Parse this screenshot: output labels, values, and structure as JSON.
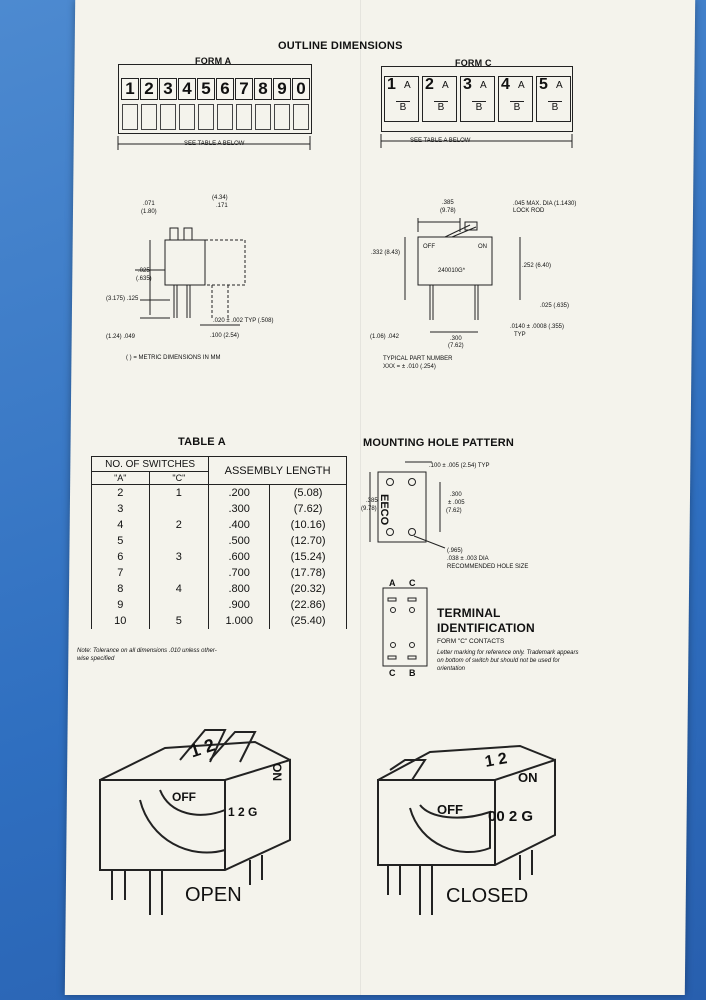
{
  "header": {
    "title": "OUTLINE DIMENSIONS"
  },
  "form_a": {
    "label": "FORM A",
    "digits": [
      "1",
      "2",
      "3",
      "4",
      "5",
      "6",
      "7",
      "8",
      "9",
      "0"
    ],
    "see_table": "SEE TABLE A BELOW",
    "dim_071": ".071",
    "dim_180": "(1.80)",
    "dim_434": "(4.34)",
    "dim_171": ".171",
    "dim_025": ".025",
    "dim_635": "(.635)",
    "dim_3175": "(3.175) .125",
    "dim_124": "(1.24) .049",
    "dim_020": ".020 ± .002 TYP (.508)",
    "dim_100": ".100 (2.54)",
    "metric_note": "( ) = METRIC DIMENSIONS IN MM"
  },
  "form_c": {
    "label": "FORM C",
    "see_table": "SEE TABLE A BELOW",
    "positions": [
      {
        "num": "1",
        "top": "A",
        "bottom": "B"
      },
      {
        "num": "2",
        "top": "A",
        "bottom": "B"
      },
      {
        "num": "3",
        "top": "A",
        "bottom": "B"
      },
      {
        "num": "4",
        "top": "A",
        "bottom": "B"
      },
      {
        "num": "5",
        "top": "A",
        "bottom": "B"
      }
    ],
    "dim_385": ".385",
    "dim_978": "(9.78)",
    "dim_045": ".045 MAX. DIA (1.1430)",
    "lock_rod": "LOCK ROD",
    "off": "OFF",
    "on": "ON",
    "dim_332": ".332 (8.43)",
    "dim_252": ".252 (6.40)",
    "part": "240010G*",
    "dim_025b": ".025 (.635)",
    "dim_0140": ".0140 ± .0008 (.355)",
    "typ": "TYP",
    "dim_106": "(1.06) .042",
    "dim_300": ".300",
    "dim_762": "(7.62)",
    "typical_part": "TYPICAL PART NUMBER",
    "tolerance": "XXX = ± .010 (.254)"
  },
  "table_a": {
    "title": "TABLE A",
    "header_switches": "NO. OF SWITCHES",
    "header_length": "ASSEMBLY LENGTH",
    "col_a": "\"A\"",
    "col_c": "\"C\"",
    "rows": [
      {
        "a": "2",
        "c": "1",
        "inch": ".200",
        "mm": "(5.08)"
      },
      {
        "a": "3",
        "c": "",
        "inch": ".300",
        "mm": "(7.62)"
      },
      {
        "a": "4",
        "c": "2",
        "inch": ".400",
        "mm": "(10.16)"
      },
      {
        "a": "5",
        "c": "",
        "inch": ".500",
        "mm": "(12.70)"
      },
      {
        "a": "6",
        "c": "3",
        "inch": ".600",
        "mm": "(15.24)"
      },
      {
        "a": "7",
        "c": "",
        "inch": ".700",
        "mm": "(17.78)"
      },
      {
        "a": "8",
        "c": "4",
        "inch": ".800",
        "mm": "(20.32)"
      },
      {
        "a": "9",
        "c": "",
        "inch": ".900",
        "mm": "(22.86)"
      },
      {
        "a": "10",
        "c": "5",
        "inch": "1.000",
        "mm": "(25.40)"
      }
    ],
    "note1": "Note: Tolerance on all dimensions .010 unless other-",
    "note2": "wise specified"
  },
  "mounting": {
    "title": "MOUNTING HOLE PATTERN",
    "dim_100": ".100 ± .005 (2.54) TYP",
    "dim_385": ".385",
    "dim_978": "(9.78)",
    "dim_300": ".300",
    "dim_005": "± .005",
    "dim_762": "(7.62)",
    "brand": "EECO",
    "dim_965": "(.965)",
    "dim_038": ".038 ± .003 DIA",
    "hole_size": "RECOMMENDED HOLE SIZE"
  },
  "terminal": {
    "label_a": "A",
    "label_c_top": "C",
    "label_c_bottom": "C",
    "label_b": "B",
    "title1": "TERMINAL",
    "title2": "IDENTIFICATION",
    "subtitle": "FORM \"C\" CONTACTS",
    "desc1": "Letter marking for reference only. Trademark appears",
    "desc2": "on bottom of switch but should not be used for",
    "desc3": "orientation"
  },
  "illustrations": {
    "open_label": "OPEN",
    "closed_label": "CLOSED",
    "open_top": "1 2",
    "open_off": "OFF",
    "open_on": "ON",
    "open_code": "1 2 G",
    "closed_top": "1 2",
    "closed_on": "ON",
    "closed_off": "OFF",
    "closed_code": "00 2 G"
  }
}
